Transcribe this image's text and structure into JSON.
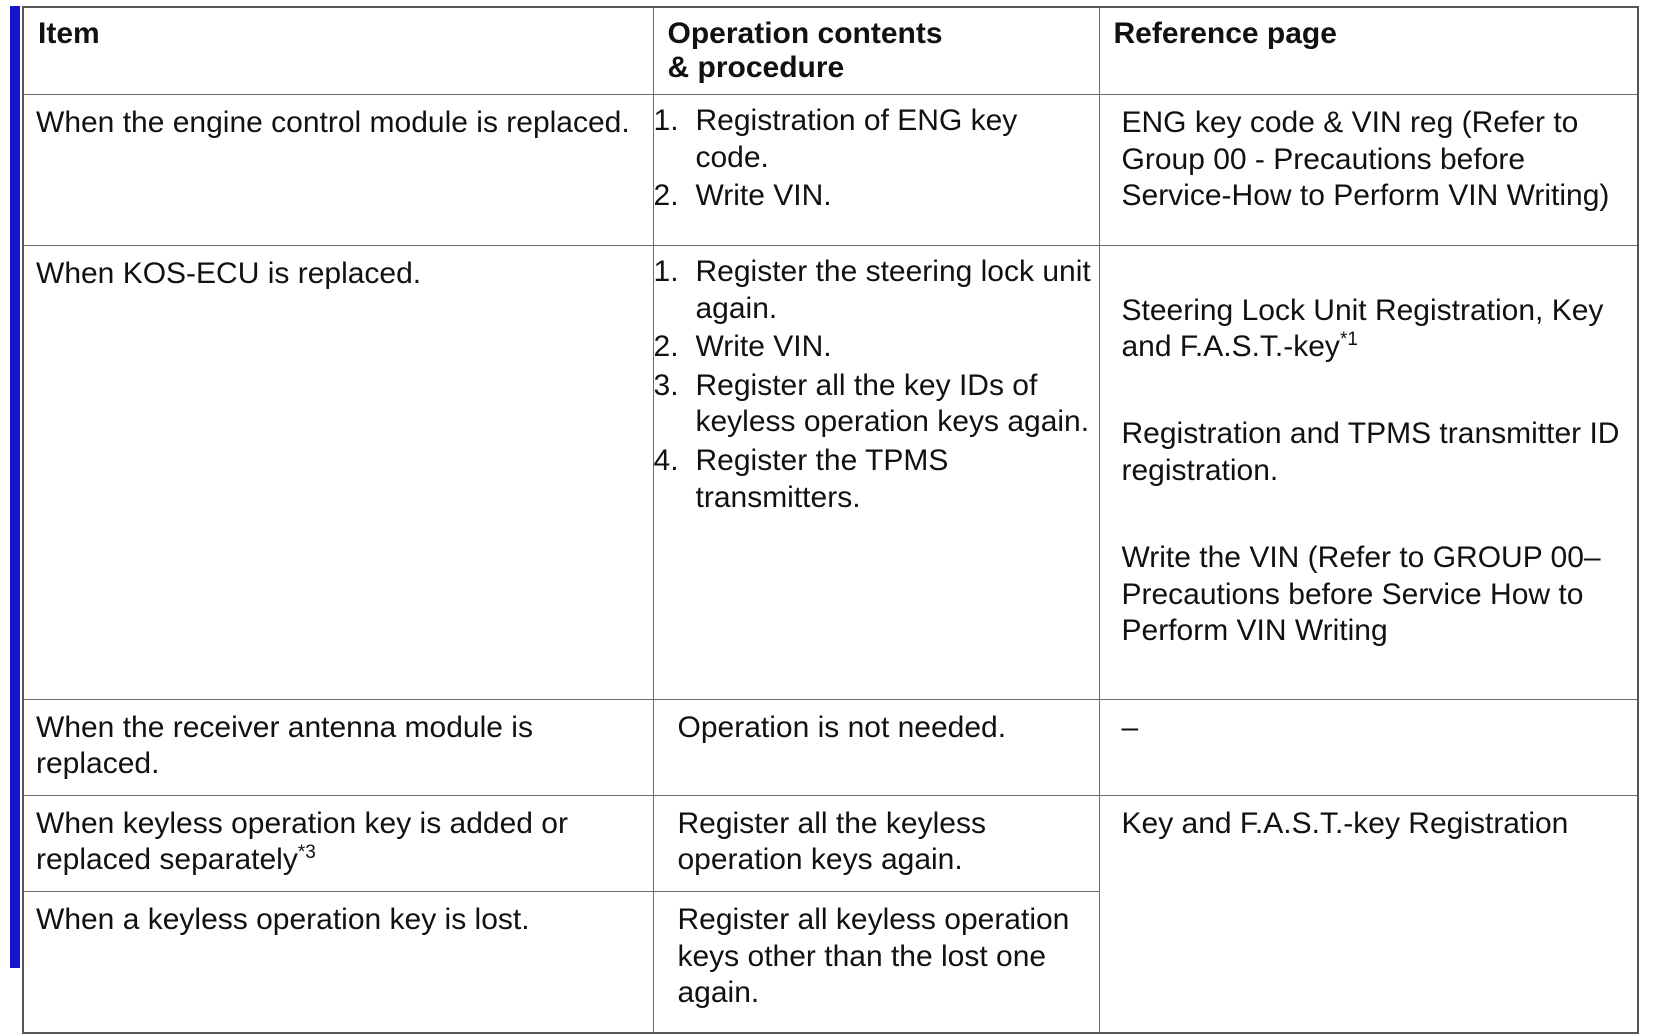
{
  "table": {
    "headers": {
      "item": "Item",
      "operation": "Operation contents\n& procedure",
      "reference": "Reference page"
    },
    "rows": [
      {
        "item": "When the engine control module is replaced.",
        "steps": [
          "Registration of ENG key code.",
          "Write VIN."
        ],
        "reference_paragraphs": [
          "ENG key code & VIN reg (Refer to Group 00 - Precautions before Service-How to Perform VIN Writing)"
        ]
      },
      {
        "item": "When KOS-ECU is replaced.",
        "steps": [
          "Register the steering lock unit again.",
          "Write VIN.",
          "Register all the key IDs of keyless operation keys again.",
          "Register the TPMS transmitters."
        ],
        "reference_paragraphs": [
          "Steering Lock Unit Registration, Key and F.A.S.T.-key",
          "Registration and TPMS transmitter ID registration.",
          "Write the VIN (Refer to GROUP 00–Precautions before Service How to Perform VIN Writing"
        ],
        "reference_footnote_marker": "*1"
      },
      {
        "item": "When the receiver antenna module is replaced.",
        "operation": "Operation is not needed.",
        "reference": "–"
      },
      {
        "item": "When keyless operation key is added or replaced separately",
        "item_footnote_marker": "*3",
        "operation": "Register all the keyless operation keys again.",
        "reference": "Key and F.A.S.T.-key Registration"
      },
      {
        "item": "When a keyless operation key is lost.",
        "operation": "Register all keyless operation keys other than the lost one again."
      }
    ]
  },
  "colors": {
    "spine": "#1414CC",
    "border": "#6B6B6B",
    "text": "#111111",
    "background": "#FFFFFF"
  }
}
